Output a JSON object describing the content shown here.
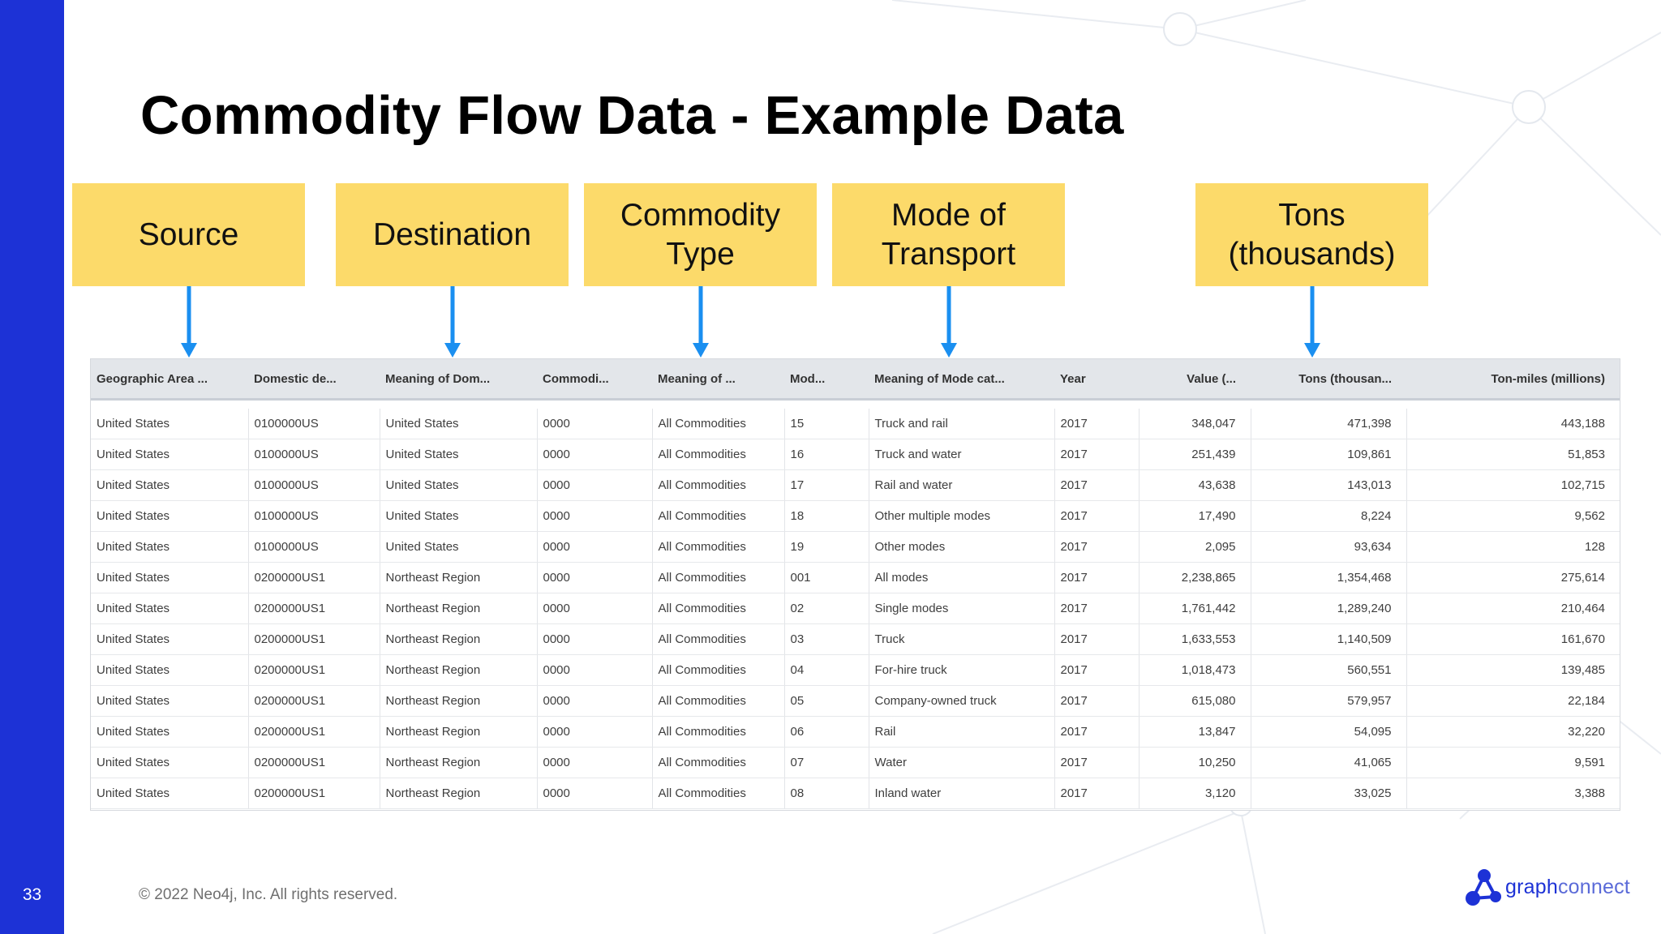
{
  "slide": {
    "page_number": "33",
    "title": "Commodity Flow Data - Example Data",
    "copyright": "© 2022 Neo4j, Inc. All rights reserved.",
    "logo_text_bold": "graph",
    "logo_text_light": "connect"
  },
  "labels": {
    "source": "Source",
    "destination": "Destination",
    "commodity": "Commodity\nType",
    "mode": "Mode of\nTransport",
    "tons": "Tons\n(thousands)"
  },
  "colors": {
    "sidebar": "#1d32d6",
    "label_fill": "#fcda6a",
    "arrow": "#1a8ff0"
  },
  "table": {
    "headers": [
      "Geographic Area ...",
      "Domestic de...",
      "Meaning of Dom...",
      "Commodi...",
      "Meaning of ...",
      "Mod...",
      "Meaning of Mode cat...",
      "Year",
      "Value (...",
      "Tons (thousan...",
      "Ton-miles (millions)"
    ],
    "rows": [
      [
        "United States",
        "0100000US",
        "United States",
        "0000",
        "All Commodities",
        "15",
        "Truck and rail",
        "2017",
        "348,047",
        "471,398",
        "443,188"
      ],
      [
        "United States",
        "0100000US",
        "United States",
        "0000",
        "All Commodities",
        "16",
        "Truck and water",
        "2017",
        "251,439",
        "109,861",
        "51,853"
      ],
      [
        "United States",
        "0100000US",
        "United States",
        "0000",
        "All Commodities",
        "17",
        "Rail and water",
        "2017",
        "43,638",
        "143,013",
        "102,715"
      ],
      [
        "United States",
        "0100000US",
        "United States",
        "0000",
        "All Commodities",
        "18",
        "Other multiple modes",
        "2017",
        "17,490",
        "8,224",
        "9,562"
      ],
      [
        "United States",
        "0100000US",
        "United States",
        "0000",
        "All Commodities",
        "19",
        "Other modes",
        "2017",
        "2,095",
        "93,634",
        "128"
      ],
      [
        "United States",
        "0200000US1",
        "Northeast Region",
        "0000",
        "All Commodities",
        "001",
        "All modes",
        "2017",
        "2,238,865",
        "1,354,468",
        "275,614"
      ],
      [
        "United States",
        "0200000US1",
        "Northeast Region",
        "0000",
        "All Commodities",
        "02",
        "Single modes",
        "2017",
        "1,761,442",
        "1,289,240",
        "210,464"
      ],
      [
        "United States",
        "0200000US1",
        "Northeast Region",
        "0000",
        "All Commodities",
        "03",
        "Truck",
        "2017",
        "1,633,553",
        "1,140,509",
        "161,670"
      ],
      [
        "United States",
        "0200000US1",
        "Northeast Region",
        "0000",
        "All Commodities",
        "04",
        "For-hire truck",
        "2017",
        "1,018,473",
        "560,551",
        "139,485"
      ],
      [
        "United States",
        "0200000US1",
        "Northeast Region",
        "0000",
        "All Commodities",
        "05",
        "Company-owned truck",
        "2017",
        "615,080",
        "579,957",
        "22,184"
      ],
      [
        "United States",
        "0200000US1",
        "Northeast Region",
        "0000",
        "All Commodities",
        "06",
        "Rail",
        "2017",
        "13,847",
        "54,095",
        "32,220"
      ],
      [
        "United States",
        "0200000US1",
        "Northeast Region",
        "0000",
        "All Commodities",
        "07",
        "Water",
        "2017",
        "10,250",
        "41,065",
        "9,591"
      ],
      [
        "United States",
        "0200000US1",
        "Northeast Region",
        "0000",
        "All Commodities",
        "08",
        "Inland water",
        "2017",
        "3,120",
        "33,025",
        "3,388"
      ]
    ]
  }
}
